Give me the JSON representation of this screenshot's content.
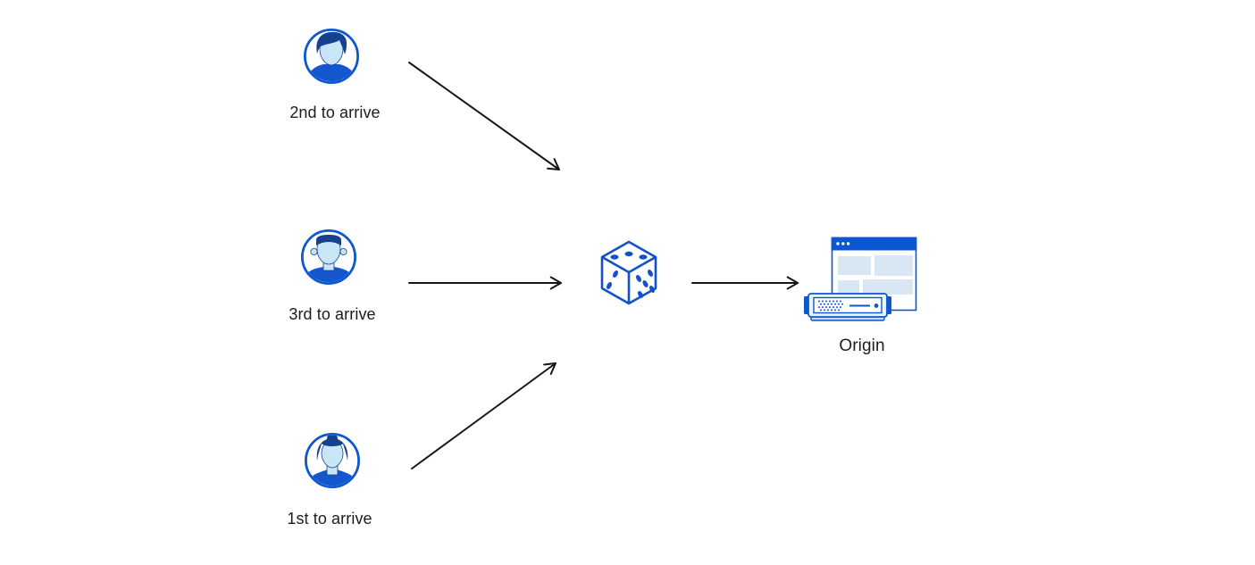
{
  "diagram": {
    "nodes": {
      "client_second": {
        "label": "2nd to arrive",
        "icon": "male-user-avatar-icon"
      },
      "client_third": {
        "label": "3rd to arrive",
        "icon": "male-user-flattop-avatar-icon"
      },
      "client_first": {
        "label": "1st to arrive",
        "icon": "female-user-avatar-icon"
      },
      "randomizer": {
        "icon": "dice-icon"
      },
      "origin": {
        "label": "Origin",
        "icon": "origin-server-browser-icon"
      }
    },
    "edges": [
      {
        "from": "client_second",
        "to": "randomizer"
      },
      {
        "from": "client_third",
        "to": "randomizer"
      },
      {
        "from": "client_first",
        "to": "randomizer"
      },
      {
        "from": "randomizer",
        "to": "origin"
      }
    ],
    "colors": {
      "primary_blue": "#0b58d0",
      "navy_hair_blue": "#16418f",
      "face_light_blue": "#c9e6f8",
      "shirt_blue": "#1456cd",
      "dice_blue": "#1350cc",
      "window_blue": "#0a57d1",
      "panel_light_blue": "#d9e6f4",
      "arrow_black": "#161616",
      "text": "#1c1c1e",
      "background": "#ffffff"
    }
  }
}
